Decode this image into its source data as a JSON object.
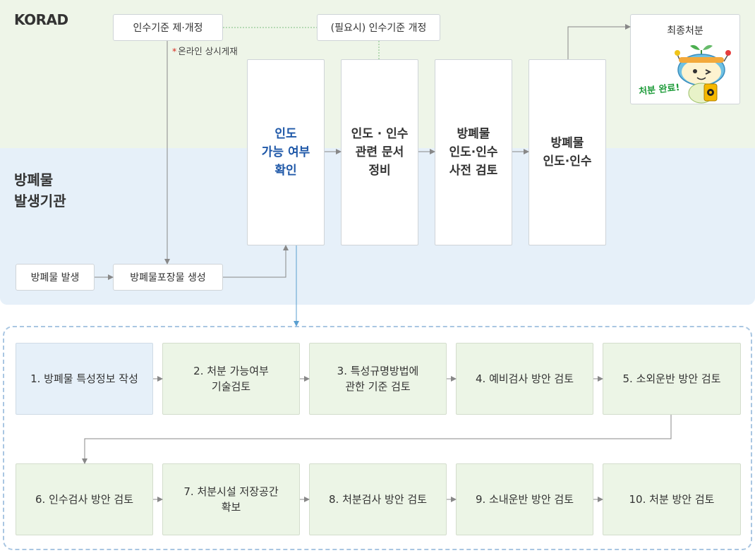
{
  "lanes": {
    "korad": "KORAD",
    "generator_line1": "방폐물",
    "generator_line2": "발생기관"
  },
  "korad_boxes": {
    "criteria_revise": "인수기준 제·개정",
    "criteria_revise_optional": "(필요시) 인수기준 개정",
    "online_note_star": "*",
    "online_note": "온라인 상시게재",
    "final_disposal": "최종처분",
    "mascot_caption": "처분 완료!"
  },
  "flow_boxes": [
    {
      "lines": [
        "인도",
        "가능 여부",
        "확인"
      ]
    },
    {
      "lines": [
        "인도 · 인수",
        "관련 문서",
        "정비"
      ]
    },
    {
      "lines": [
        "방폐물",
        "인도·인수",
        "사전 검토"
      ]
    },
    {
      "lines": [
        "방폐물",
        "인도·인수"
      ]
    }
  ],
  "generator_boxes": {
    "waste_generation": "방폐물 발생",
    "package_creation": "방폐물포장물 생성"
  },
  "steps": [
    {
      "lines": [
        "1. 방폐물 특성정보 작성"
      ]
    },
    {
      "lines": [
        "2. 처분 가능여부",
        "기술검토"
      ]
    },
    {
      "lines": [
        "3. 특성규명방법에",
        "관한 기준 검토"
      ]
    },
    {
      "lines": [
        "4. 예비검사 방안 검토"
      ]
    },
    {
      "lines": [
        "5. 소외운반 방안 검토"
      ]
    },
    {
      "lines": [
        "6. 인수검사 방안 검토"
      ]
    },
    {
      "lines": [
        "7. 처분시설 저장공간",
        "확보"
      ]
    },
    {
      "lines": [
        "8. 처분검사 방안 검토"
      ]
    },
    {
      "lines": [
        "9. 소내운반 방안 검토"
      ]
    },
    {
      "lines": [
        "10. 처분 방안 검토"
      ]
    }
  ],
  "colors": {
    "korad_band": "#eef5e8",
    "generator_band": "#e6f0f9",
    "highlight_text": "#1f58a8",
    "arrow": "#888888",
    "accent_arrow": "#5a9fd0",
    "step_green": "#ecf5e6",
    "dashed_border": "#a9c6e2"
  }
}
